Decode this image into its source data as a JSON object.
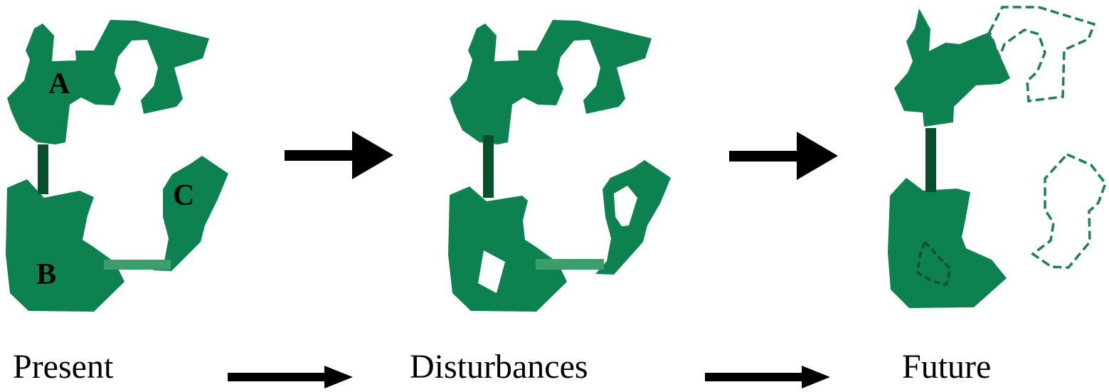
{
  "colors": {
    "habitat": "#0d8250",
    "corridor": "#06502c",
    "weak_corridor": "#3e9e6b",
    "lost_outline": "#1f7d59",
    "arrow": "#000000"
  },
  "panels": {
    "present": {
      "patch_labels": [
        "A",
        "B",
        "C"
      ]
    }
  },
  "stages": {
    "present": "Present",
    "disturbances": "Disturbances",
    "future": "Future"
  }
}
